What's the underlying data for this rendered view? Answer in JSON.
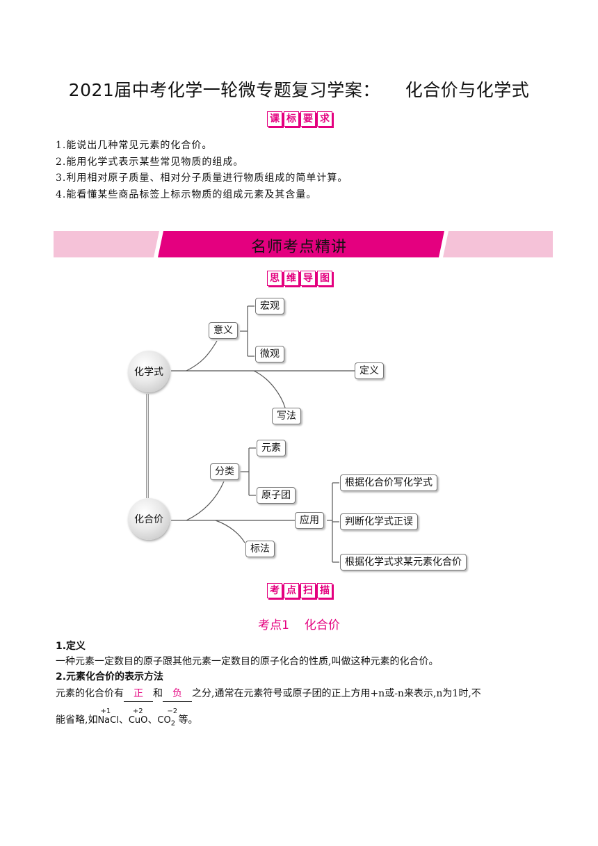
{
  "doc": {
    "title_left": "2021届中考化学一轮微专题复习学案：",
    "title_right": "化合价与化学式"
  },
  "labels": {
    "curriculum": [
      "课",
      "标",
      "要",
      "求"
    ],
    "mindmap": [
      "思",
      "维",
      "导",
      "图"
    ],
    "scan": [
      "考",
      "点",
      "扫",
      "描"
    ]
  },
  "requirements": [
    "1.能说出几种常见元素的化合价。",
    "2.能用化学式表示某些常见物质的组成。",
    "3.利用相对原子质量、相对分子质量进行物质组成的简单计算。",
    "4.能看懂某些商品标签上标示物质的组成元素及其含量。"
  ],
  "banner": {
    "title": "名师考点精讲",
    "color": "#e4007f",
    "light_color": "#f5c2d8"
  },
  "mindmap": {
    "formula_center": "化学式",
    "valence_center": "化合价",
    "meaning": "意义",
    "macro": "宏观",
    "micro": "微观",
    "definition": "定义",
    "writing": "写法",
    "classify": "分类",
    "element": "元素",
    "atom_group": "原子团",
    "application": "应用",
    "app1": "根据化合价写化学式",
    "app2": "判断化学式正误",
    "app3": "根据化学式求某元素化合价",
    "notation": "标法"
  },
  "kp1": {
    "num": "考点1",
    "name": "化合价"
  },
  "section1": {
    "heading": "1.定义",
    "body": "一种元素一定数目的原子跟其他元素一定数目的原子化合的性质,叫做这种元素的化合价。"
  },
  "section2": {
    "heading": "2.元素化合价的表示方法",
    "p1": "元素的化合价有",
    "blank1": "正",
    "p2": "和",
    "blank2": "负",
    "p3": "之分,通常在元素符号或原子团的正上方用+n或-n来表示,n为1时,不",
    "p4": "能省略,如",
    "ex1_ox": "+1",
    "ex1": "NaCl",
    "sep": "、",
    "ex2_ox": "+2",
    "ex2": "CuO",
    "ex3_ox": "−2",
    "ex3_main": "CO",
    "ex3_sub": "2",
    "p5": "等。"
  }
}
